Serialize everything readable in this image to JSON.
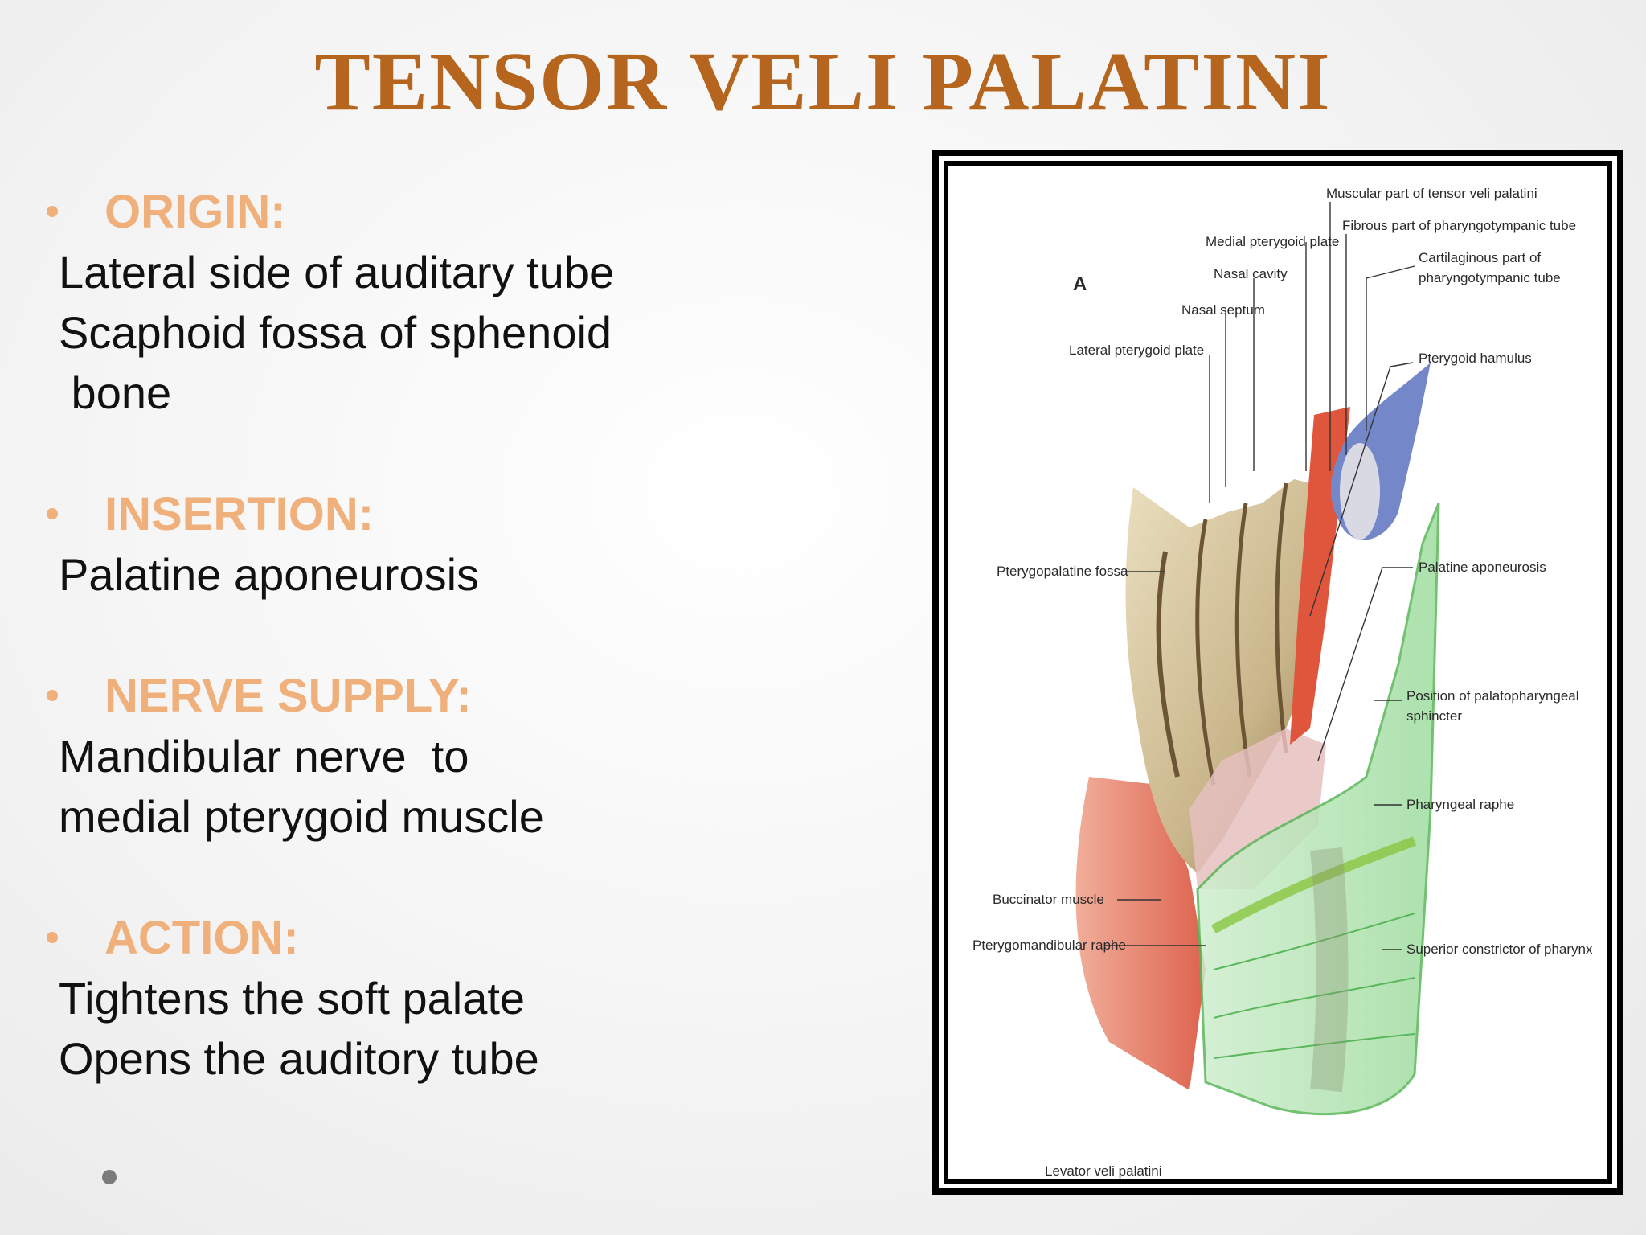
{
  "slide": {
    "title": "TENSOR VELI PALATINI"
  },
  "sections": [
    {
      "heading": "ORIGIN:",
      "lines": [
        "Lateral side of auditary tube",
        "Scaphoid fossa of sphenoid",
        " bone"
      ]
    },
    {
      "heading": "INSERTION:",
      "lines": [
        "Palatine aponeurosis"
      ]
    },
    {
      "heading": "NERVE SUPPLY:",
      "lines": [
        "Mandibular nerve  to",
        "medial pterygoid muscle"
      ]
    },
    {
      "heading": "ACTION:",
      "lines": [
        "Tightens the soft palate",
        "Opens the auditory tube"
      ]
    }
  ],
  "figure": {
    "panel_letter": "A",
    "labels": {
      "muscular_part": "Muscular part of tensor veli palatini",
      "fibrous_part": "Fibrous part of pharyngotympanic tube",
      "cartilaginous_1": "Cartilaginous part of",
      "cartilaginous_2": "pharyngotympanic tube",
      "medial_pterygoid_plate": "Medial pterygoid plate",
      "nasal_cavity": "Nasal cavity",
      "nasal_septum": "Nasal septum",
      "lateral_pterygoid_plate": "Lateral pterygoid plate",
      "pterygoid_hamulus": "Pterygoid hamulus",
      "pterygopalatine_fossa": "Pterygopalatine fossa",
      "palatine_aponeurosis": "Palatine aponeurosis",
      "palatopharyngeal_1": "Position of palatopharyngeal",
      "palatopharyngeal_2": "sphincter",
      "pharyngeal_raphe": "Pharyngeal raphe",
      "buccinator": "Buccinator muscle",
      "pterygomandibular": "Pterygomandibular raphe",
      "superior_constrictor": "Superior constrictor of pharynx",
      "levator": "Levator veli palatini"
    }
  }
}
